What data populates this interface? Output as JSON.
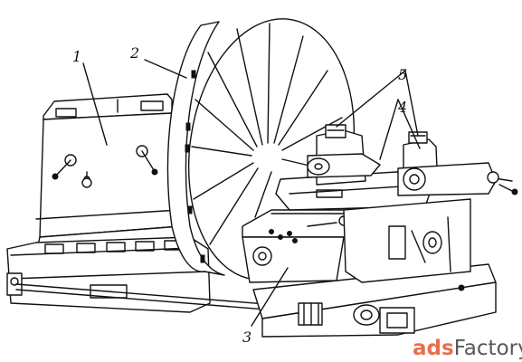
{
  "diagram": {
    "callouts": [
      {
        "id": "1",
        "label": "1"
      },
      {
        "id": "2",
        "label": "2"
      },
      {
        "id": "3",
        "label": "3"
      },
      {
        "id": "4",
        "label": "4"
      },
      {
        "id": "5",
        "label": "5"
      }
    ]
  },
  "watermark": {
    "brand_prefix": "ads",
    "brand_suffix": "Factory",
    "colors": {
      "prefix": "#e4572e",
      "suffix": "#3a3a3a"
    }
  }
}
